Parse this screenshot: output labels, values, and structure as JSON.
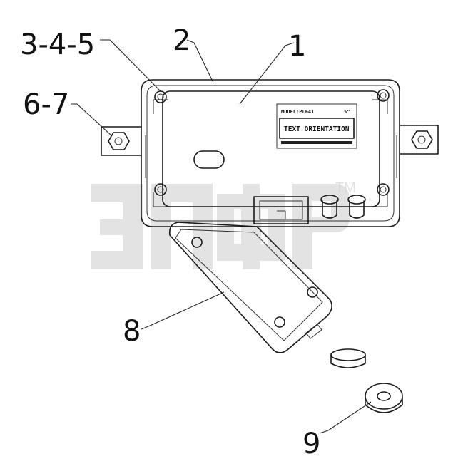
{
  "callouts": {
    "c1": "1",
    "c2": "2",
    "c345": "3-4-5",
    "c67": "6-7",
    "c8": "8",
    "c9": "9"
  },
  "label_plate": {
    "model": "MODEL:PL641",
    "code": "5\"",
    "orientation": "TEXT ORIENTATION"
  },
  "watermark": {
    "mark": "TM",
    "color": "#d4d4d4"
  },
  "colors": {
    "line": "#1a1a1a",
    "background": "#ffffff"
  }
}
